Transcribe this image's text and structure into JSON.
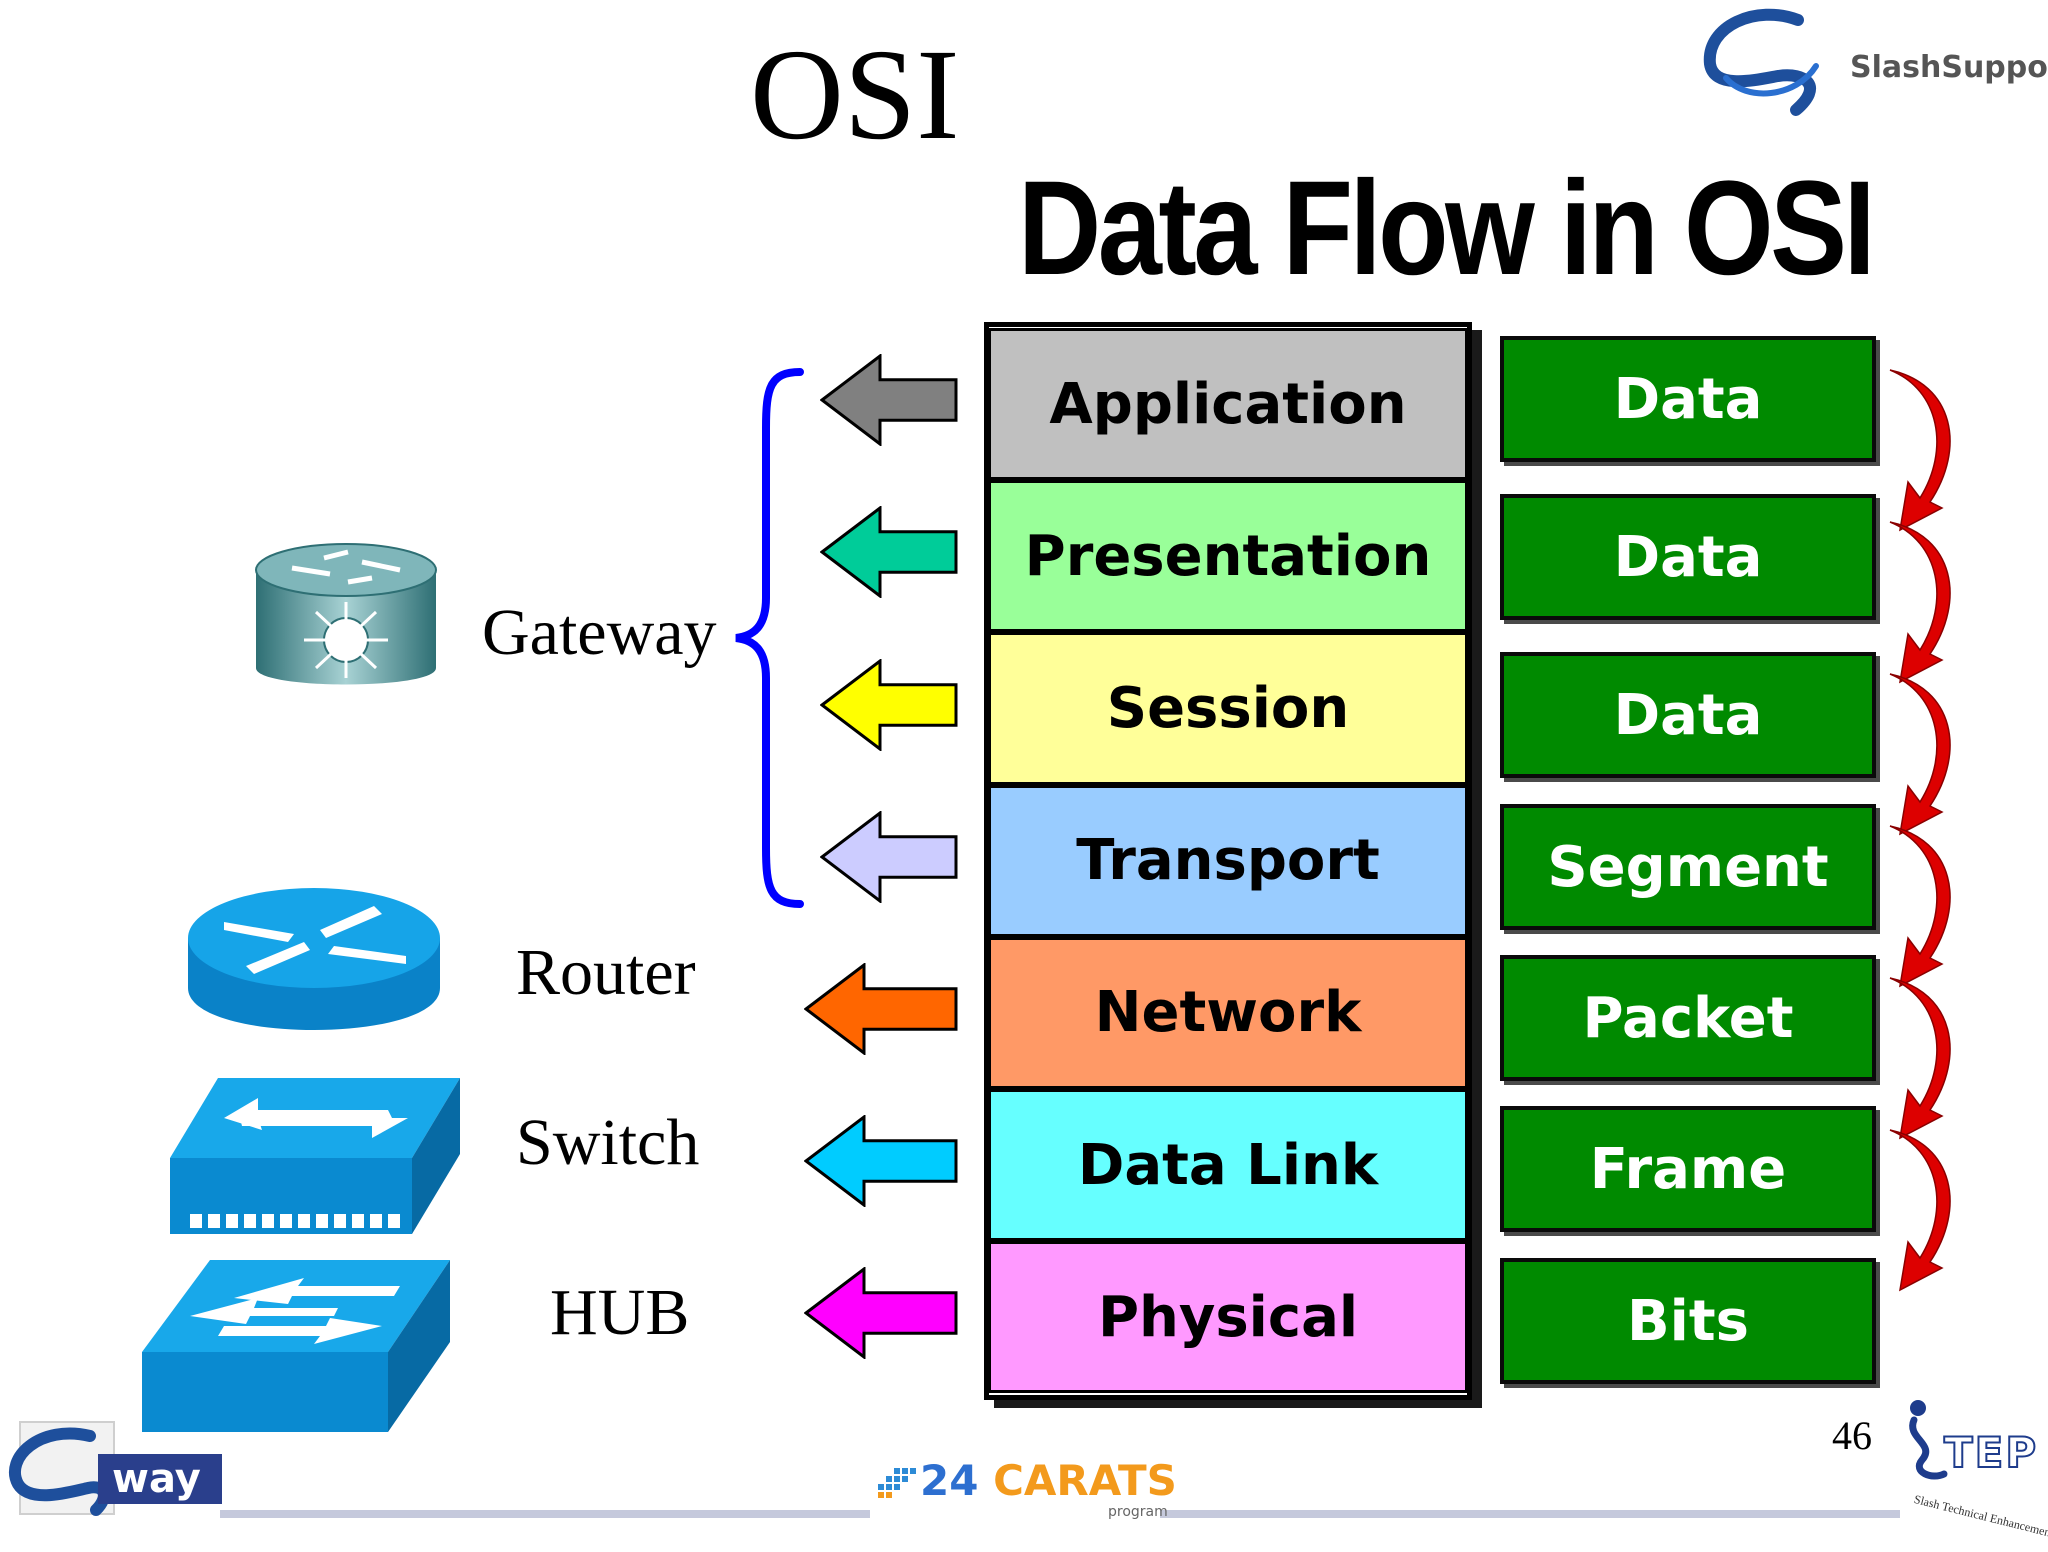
{
  "slide": {
    "title": "OSI",
    "diagram_title": "Data Flow in OSI",
    "page_number": "46"
  },
  "branding": {
    "top_right_logo": "SlashSupport",
    "bottom_left_logo": "way",
    "bottom_center_logo": "24 CARATS",
    "bottom_center_logo_sub": "program",
    "bottom_right_logo": "TEP",
    "bottom_right_logo_sub": "Slash Technical Enhancement Program"
  },
  "layers": [
    {
      "name": "Application",
      "color": "#c0c0c0",
      "arrow_color": "#808080"
    },
    {
      "name": "Presentation",
      "color": "#99ff99",
      "arrow_color": "#00cc99"
    },
    {
      "name": "Session",
      "color": "#ffff99",
      "arrow_color": "#ffff00"
    },
    {
      "name": "Transport",
      "color": "#99ccff",
      "arrow_color": "#ccccff"
    },
    {
      "name": "Network",
      "color": "#ff9966",
      "arrow_color": "#ff6600"
    },
    {
      "name": "Data Link",
      "color": "#66ffff",
      "arrow_color": "#00ccff"
    },
    {
      "name": "Physical",
      "color": "#ff99ff",
      "arrow_color": "#ff00ff"
    }
  ],
  "pdus": [
    "Data",
    "Data",
    "Data",
    "Segment",
    "Packet",
    "Frame",
    "Bits"
  ],
  "devices": [
    {
      "label": "Gateway",
      "icon": "gateway-icon"
    },
    {
      "label": "Router",
      "icon": "router-icon"
    },
    {
      "label": "Switch",
      "icon": "switch-icon"
    },
    {
      "label": "HUB",
      "icon": "hub-icon"
    }
  ],
  "colors": {
    "pdu_green": "#008a00",
    "brace_blue": "#0000ff",
    "flow_red": "#dd0000",
    "device_blue": "#0aa0e6"
  }
}
